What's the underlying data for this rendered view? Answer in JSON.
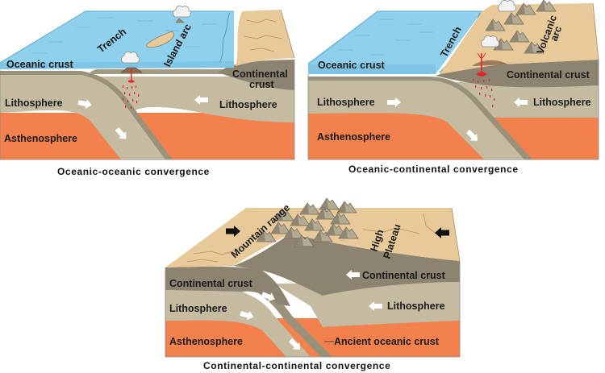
{
  "colors": {
    "ocean": "#8fd0ec",
    "ocean_edge": "#6bb6d8",
    "land_top": "#e8c99a",
    "continental_crust": "#8c8470",
    "lithosphere": "#c4bba0",
    "oceanic_crust": "#9a917a",
    "asthenosphere": "#f2814d",
    "magma": "#e4242b",
    "arrow": "#ffffff",
    "compression_arrow": "#111111"
  },
  "panels": [
    {
      "id": "oceanic-oceanic",
      "caption": "Oceanic-oceanic convergence",
      "labels": {
        "trench": "Trench",
        "island_arc": "Island arc",
        "oceanic_crust": "Oceanic crust",
        "continental_crust_line1": "Continental",
        "continental_crust_line2": "crust",
        "lithosphere_left": "Lithosphere",
        "lithosphere_right": "Lithosphere",
        "asthenosphere": "Asthenosphere"
      }
    },
    {
      "id": "oceanic-continental",
      "caption": "Oceanic-continental convergence",
      "labels": {
        "trench": "Trench",
        "volcanic_arc_line1": "Volcanic",
        "volcanic_arc_line2": "arc",
        "oceanic_crust": "Oceanic crust",
        "continental_crust": "Continental crust",
        "lithosphere_left": "Lithosphere",
        "lithosphere_right": "Lithosphere",
        "asthenosphere": "Asthenosphere"
      }
    },
    {
      "id": "continental-continental",
      "caption": "Continental-continental convergence",
      "labels": {
        "mountain_range": "Mountain range",
        "high_plateau_line1": "High",
        "high_plateau_line2": "Plateau",
        "continental_crust_left": "Continental crust",
        "continental_crust_right": "Continental crust",
        "lithosphere_left": "Lithosphere",
        "lithosphere_right": "Lithosphere",
        "asthenosphere": "Asthenosphere",
        "ancient_oceanic_crust": "Ancient oceanic crust"
      }
    }
  ]
}
